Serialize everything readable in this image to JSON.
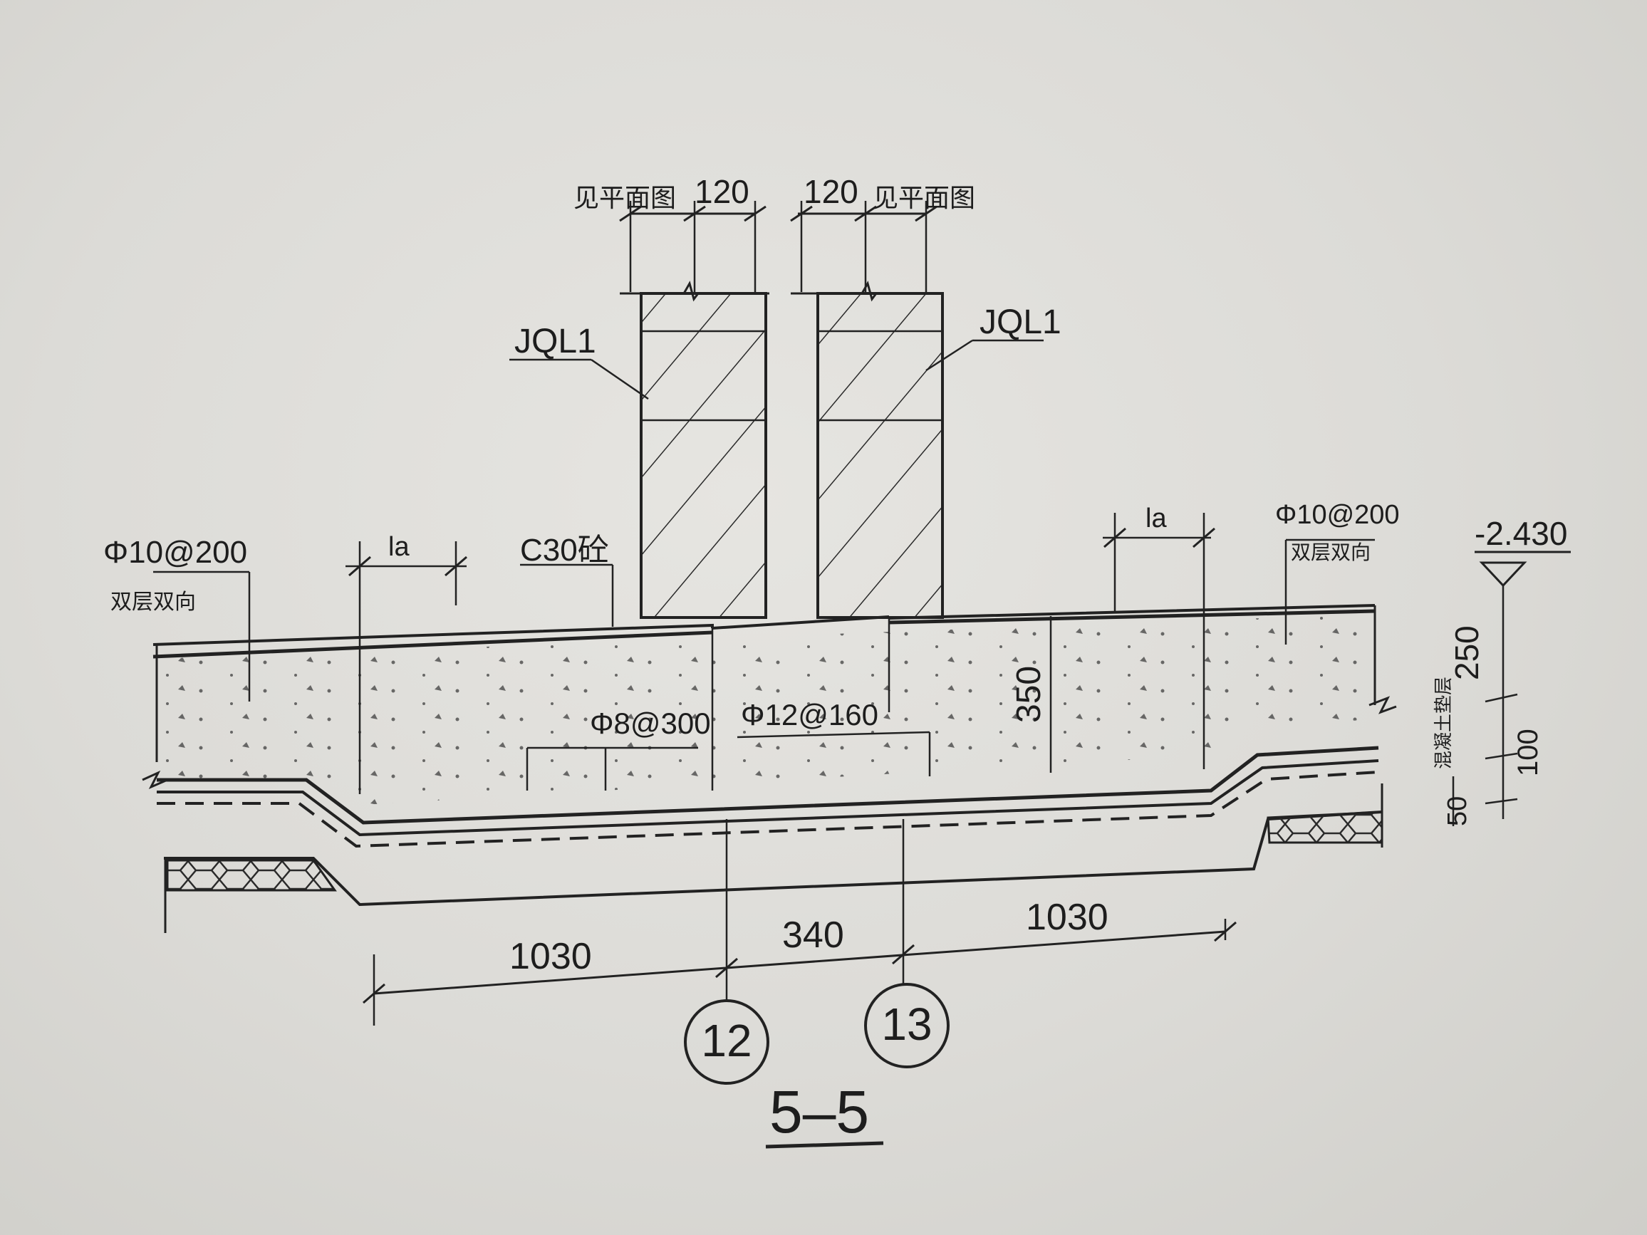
{
  "section_title": "5–5",
  "axes": {
    "left": "12",
    "right": "13"
  },
  "top_dims": {
    "left_text": "见平面图",
    "left_value": "120",
    "right_value": "120",
    "right_text": "见平面图"
  },
  "beam_labels": {
    "left": "JQL1",
    "right": "JQL1"
  },
  "rebar": {
    "top_left": "Φ10@200",
    "top_left_note": "双层双向",
    "top_right": "Φ10@200",
    "top_right_note": "双层双向",
    "bottom_mid_left": "Φ8@300",
    "bottom_mid_right": "Φ12@160"
  },
  "anchor_label": "la",
  "concrete_label": "C30砼",
  "elevation": "-2.430",
  "vertical_dims": {
    "slab_depth": "350",
    "d250": "250",
    "d100": "100",
    "d50": "50"
  },
  "side_note": "混凝土垫层",
  "bottom_dims": {
    "left": "1030",
    "middle": "340",
    "right": "1030"
  },
  "colors": {
    "paper": "#e2e1dd",
    "ink": "#222222"
  }
}
